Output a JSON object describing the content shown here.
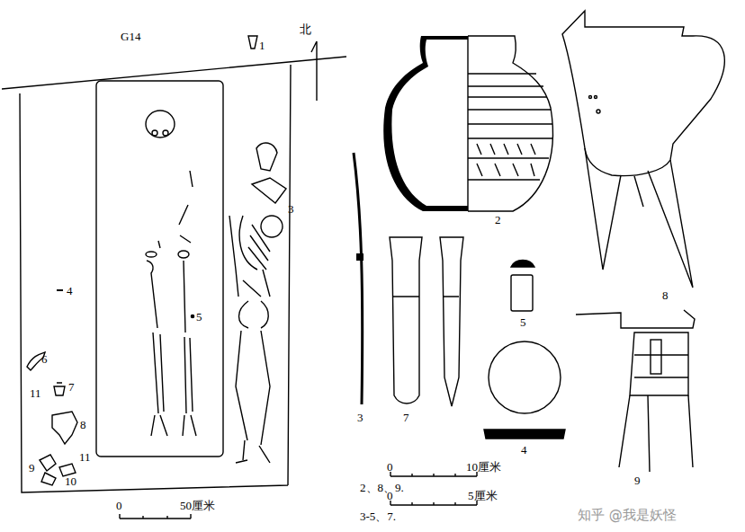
{
  "diagram": {
    "labels": [
      "G14",
      "1",
      "北",
      "4",
      "5",
      "3",
      "6",
      "11",
      "7",
      "8",
      "9",
      "11",
      "10",
      "0",
      "50厘米",
      "2",
      "3",
      "7",
      "5",
      "4",
      "8",
      "9",
      "2、8、9.",
      "0",
      "10厘米",
      "3-5、7.",
      "0",
      "5厘米",
      "知乎 @我是妖怪"
    ]
  }
}
